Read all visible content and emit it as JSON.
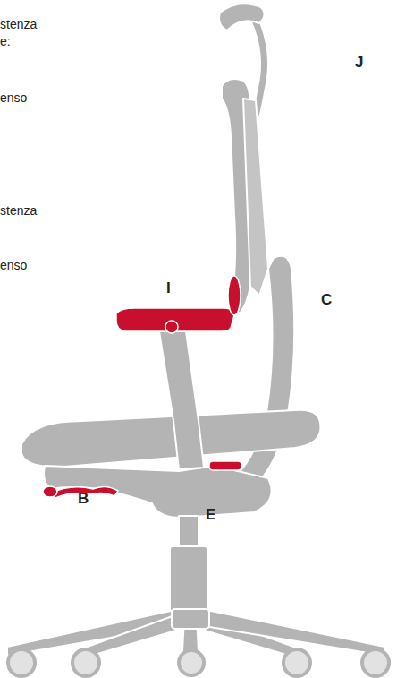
{
  "diagram": {
    "labels": [
      "stenza",
      "e:",
      "enso",
      "stenza",
      "enso",
      "J",
      "I",
      "C",
      "B",
      "E"
    ]
  }
}
